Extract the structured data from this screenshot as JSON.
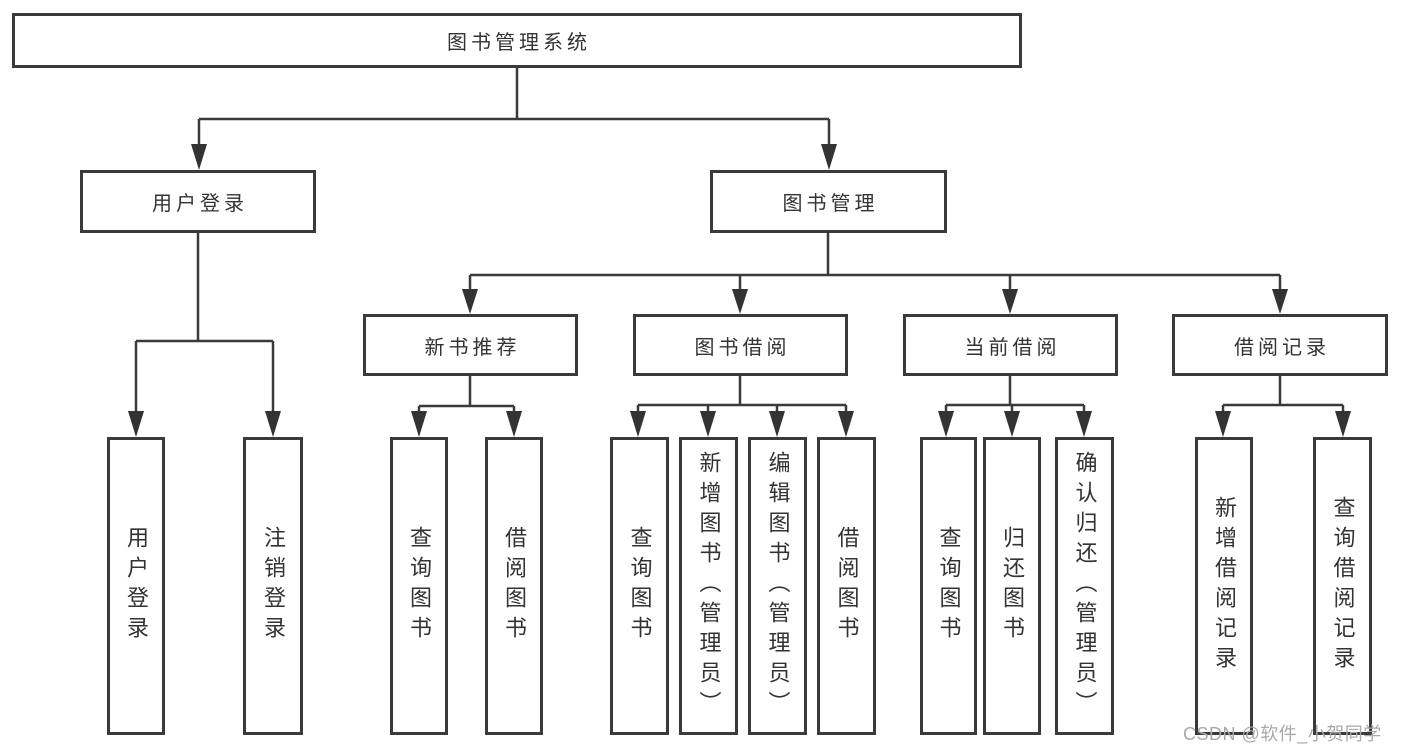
{
  "tree": {
    "label": "图书管理系统",
    "children": [
      {
        "label": "用户登录",
        "children": [
          {
            "label": "用户登录"
          },
          {
            "label": "注销登录"
          }
        ]
      },
      {
        "label": "图书管理",
        "children": [
          {
            "label": "新书推荐",
            "children": [
              {
                "label": "查询图书"
              },
              {
                "label": "借阅图书"
              }
            ]
          },
          {
            "label": "图书借阅",
            "children": [
              {
                "label": "查询图书"
              },
              {
                "label": "新增图书（管理员）"
              },
              {
                "label": "编辑图书（管理员）"
              },
              {
                "label": "借阅图书"
              }
            ]
          },
          {
            "label": "当前借阅",
            "children": [
              {
                "label": "查询图书"
              },
              {
                "label": "归还图书"
              },
              {
                "label": "确认归还（管理员）"
              }
            ]
          },
          {
            "label": "借阅记录",
            "children": [
              {
                "label": "新增借阅记录"
              },
              {
                "label": "查询借阅记录"
              }
            ]
          }
        ]
      }
    ]
  },
  "watermark": "CSDN @软件_小贺同学",
  "colors": {
    "line": "#3a3a3a",
    "text": "#333333",
    "box_background": "#ffffff",
    "page_background": "#ffffff",
    "watermark": "#a9a9ad"
  }
}
